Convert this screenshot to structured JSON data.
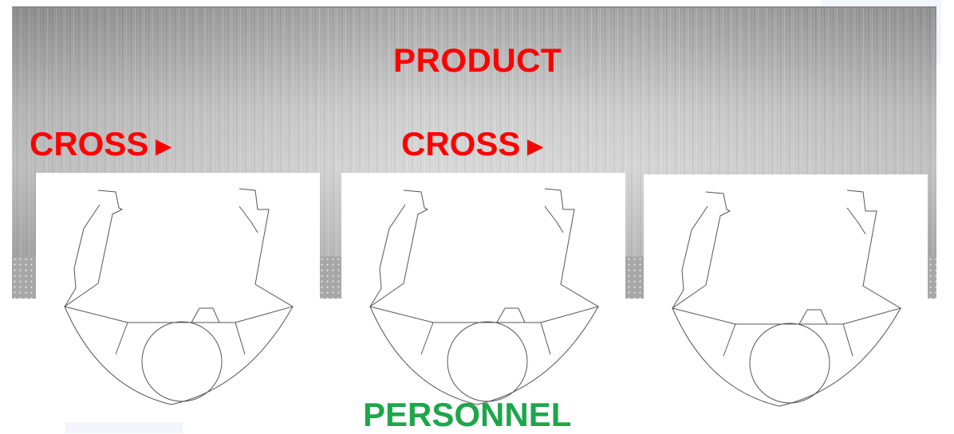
{
  "labels": {
    "product": "PRODUCT",
    "cross_1": "CROSS",
    "cross_2": "CROSS",
    "personnel": "PERSONNEL"
  },
  "workstations": [
    {
      "id": 1,
      "figure": "person-top-view"
    },
    {
      "id": 2,
      "figure": "person-top-view"
    },
    {
      "id": 3,
      "figure": "person-top-view"
    }
  ],
  "colors": {
    "product_text": "#ff0000",
    "cross_text": "#ff0000",
    "personnel_text": "#1da64a",
    "background_tint": "#f2f5fc"
  },
  "icons": {
    "cross_arrow": "right-pointer-icon"
  }
}
